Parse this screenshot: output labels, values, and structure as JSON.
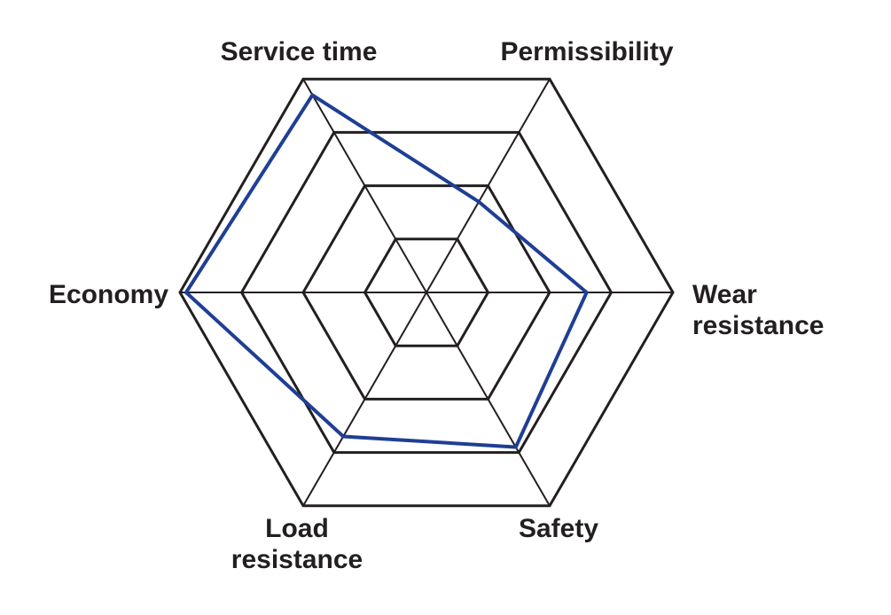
{
  "chart_data": {
    "type": "radar",
    "axes": [
      {
        "lines": [
          "Service time"
        ]
      },
      {
        "lines": [
          "Permissibility"
        ]
      },
      {
        "lines": [
          "Wear",
          "resistance"
        ]
      },
      {
        "lines": [
          "Safety"
        ]
      },
      {
        "lines": [
          "Load",
          "resistance"
        ]
      },
      {
        "lines": [
          "Economy"
        ]
      }
    ],
    "rmax": 4,
    "levels": [
      1,
      2,
      3,
      4
    ],
    "series": [
      {
        "values": [
          3.7,
          1.7,
          2.6,
          2.9,
          2.7,
          3.9
        ],
        "color": "#1f3f94"
      }
    ],
    "grid_color": "#231f20",
    "label_color": "#231f20"
  }
}
